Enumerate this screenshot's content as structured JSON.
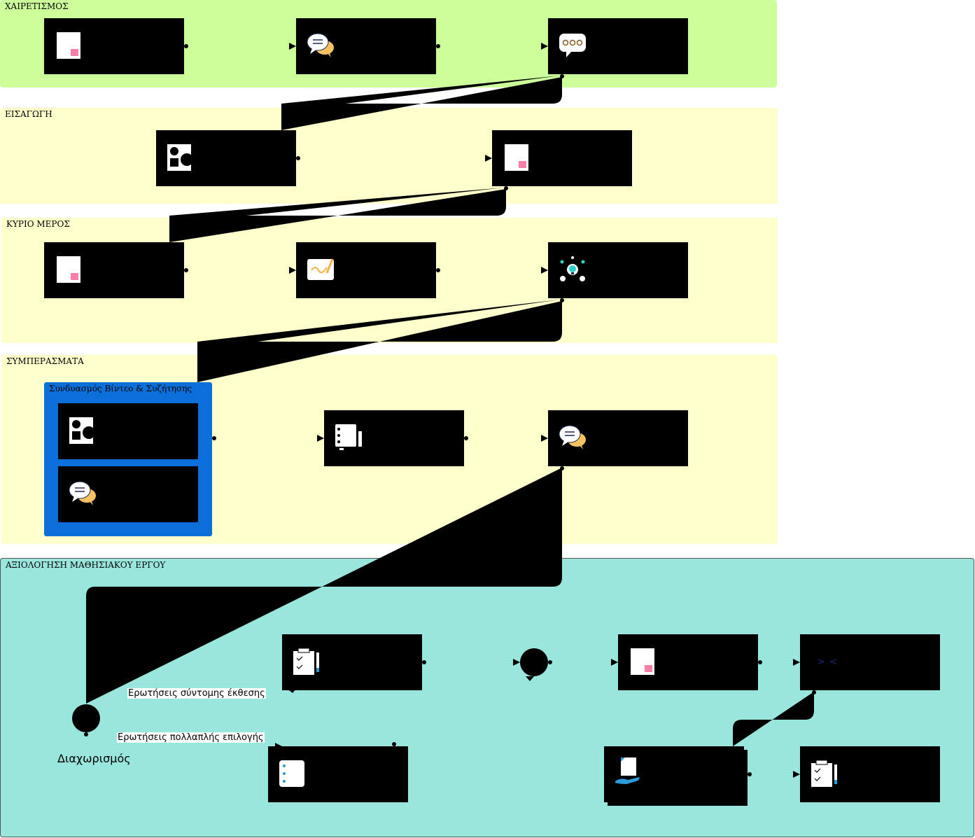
{
  "lanes": {
    "greeting": {
      "title": "ΧΑΙΡΕΤΙΣΜΟΣ",
      "color": "#ccff99"
    },
    "intro": {
      "title": "ΕΙΣΑΓΩΓΗ",
      "color": "#ffffcc"
    },
    "main": {
      "title": "ΚΥΡΙΟ ΜΕΡΟΣ",
      "color": "#ffffcc"
    },
    "conclusions": {
      "title": "ΣΥΜΠΕΡΑΣΜΑΤΑ",
      "color": "#ffffcc"
    },
    "assessment": {
      "title": "ΑΞΙΟΛΟΓΗΣΗ ΜΑΘΗΣΙΑΚΟΥ ΕΡΓΟΥ",
      "color": "#99e6dd"
    }
  },
  "group": {
    "title": "Συνδυασμός Βίντεο & Συζήτησης",
    "color": "#0a6fd8"
  },
  "edge_labels": {
    "short_essay": "Ερωτήσεις σύντομης έκθεσης",
    "multiple_choice": "Ερωτήσεις πολλαπλής επιλογής"
  },
  "split_label": "Διαχωρισμός",
  "icons": {
    "page": "page-icon",
    "chat": "chat-bubbles-icon",
    "speech": "speech-bubble-icon",
    "shapes": "shapes-icon",
    "draw": "drawing-board-icon",
    "idea": "lightbulb-network-icon",
    "notebook": "notebook-icon",
    "clipboard": "clipboard-pencil-icon",
    "code": "code-brackets-icon",
    "hand": "hand-document-icon",
    "list": "checklist-icon"
  }
}
